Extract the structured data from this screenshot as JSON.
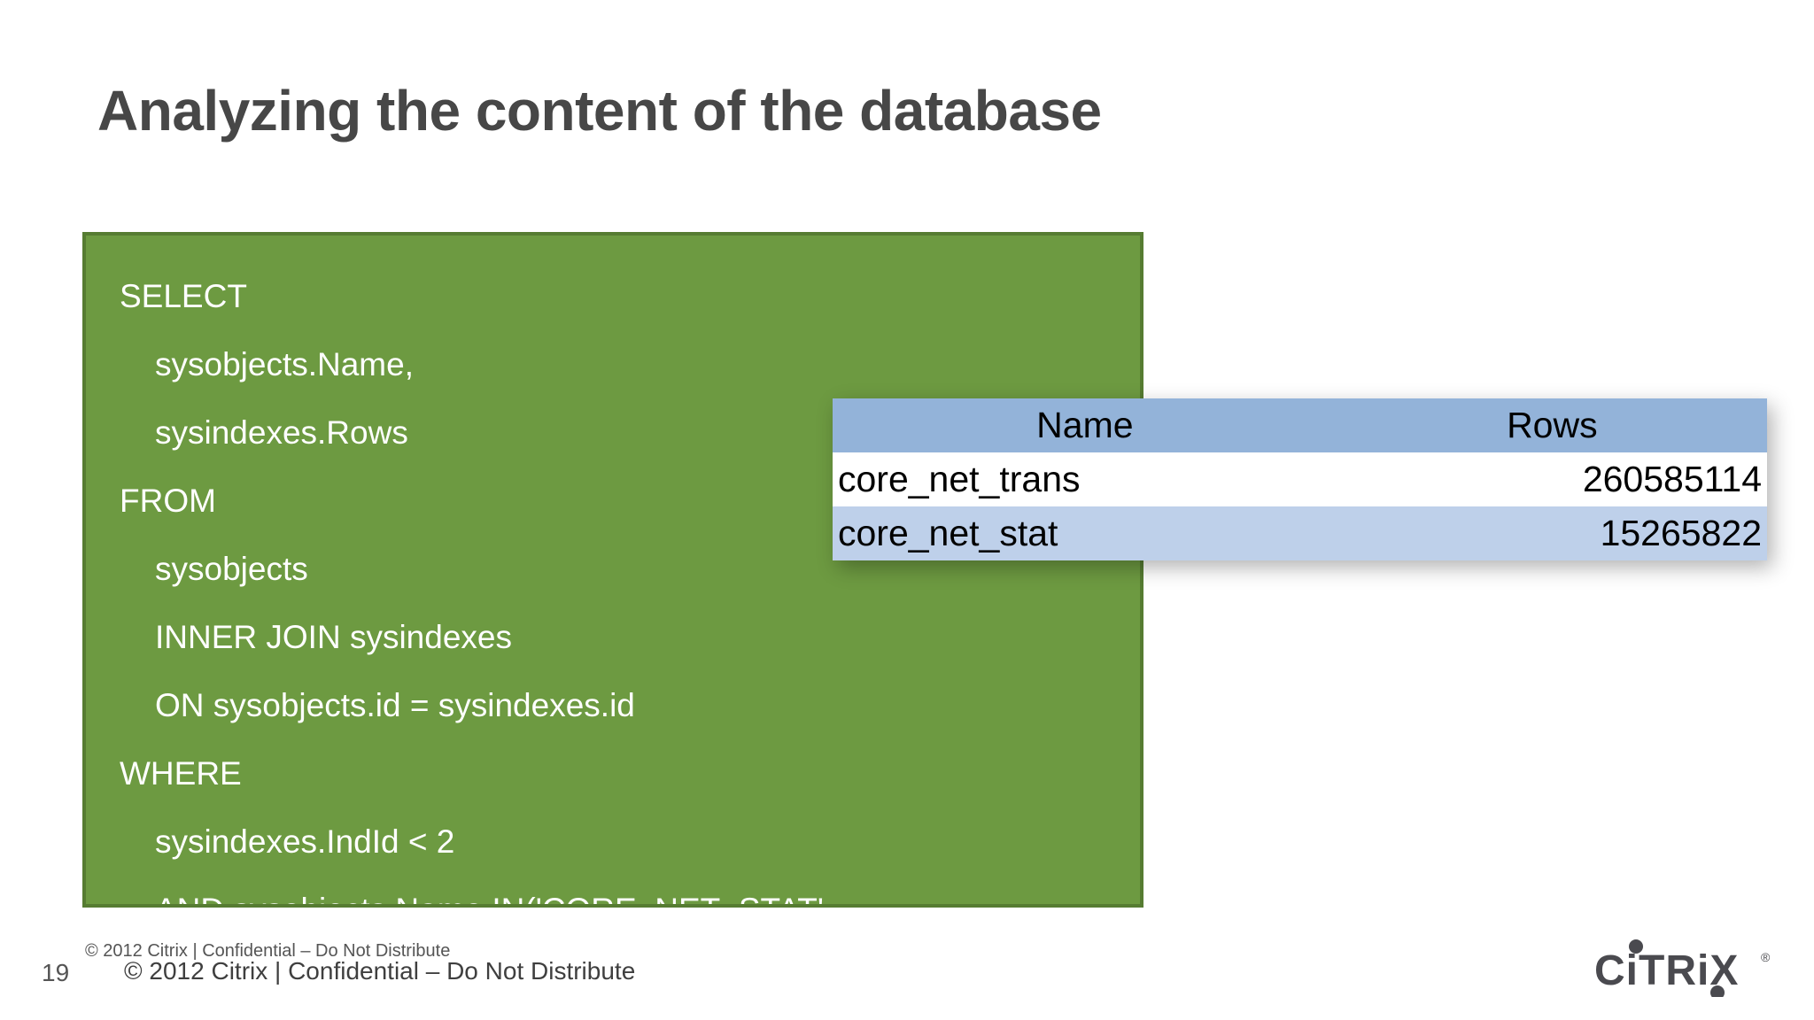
{
  "slide": {
    "title": "Analyzing the content of the database",
    "page_number": "19",
    "background_color": "#ffffff",
    "title_color": "#474747"
  },
  "sql_block": {
    "background_color": "#6d9a41",
    "border_color": "#567c32",
    "text_color": "#ffffff",
    "lines": [
      {
        "text": "SELECT",
        "indent": 0
      },
      {
        "text": "sysobjects.Name,",
        "indent": 1
      },
      {
        "text": "sysindexes.Rows",
        "indent": 1
      },
      {
        "text": "FROM",
        "indent": 0
      },
      {
        "text": "sysobjects",
        "indent": 1
      },
      {
        "text": "INNER JOIN sysindexes",
        "indent": 1
      },
      {
        "text": "ON sysobjects.id = sysindexes.id",
        "indent": 1
      },
      {
        "text": "WHERE",
        "indent": 0
      },
      {
        "text": "sysindexes.IndId < 2",
        "indent": 1
      },
      {
        "text": "AND sysobjects.Name IN('CORE_NET_STAT',",
        "indent": 1
      }
    ]
  },
  "result_table": {
    "header_color": "#93b3d9",
    "alt_row_color": "#bed0ea",
    "columns": [
      "Name",
      "Rows"
    ],
    "rows": [
      {
        "name": "core_net_trans",
        "rows": "260585114"
      },
      {
        "name": "core_net_stat",
        "rows": "15265822"
      }
    ]
  },
  "footer": {
    "copyright_small": "© 2012 Citrix | Confidential – Do Not Distribute",
    "copyright_large": "© 2012 Citrix | Confidential – Do Not Distribute",
    "logo_text": "CiTRiX",
    "logo_trademark": "®",
    "logo_color": "#4a4a4f"
  }
}
